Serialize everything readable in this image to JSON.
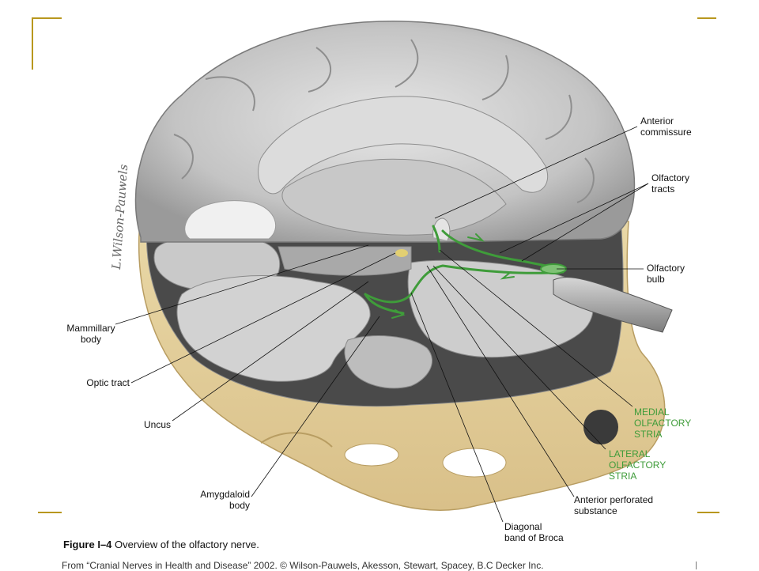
{
  "colors": {
    "accent_gold": "#b8971e",
    "pathway_green": "#3f9c3a",
    "skull_beige": "#e8d6a6",
    "brain_gray": "#b8b8b8",
    "leader_line": "#111111"
  },
  "labels": {
    "anterior_commissure": "Anterior\ncommissure",
    "olfactory_tracts": "Olfactory\ntracts",
    "olfactory_bulb": "Olfactory\nbulb",
    "medial_olfactory_stria": "MEDIAL\nOLFACTORY\nSTRIA",
    "lateral_olfactory_stria": "LATERAL\nOLFACTORY\nSTRIA",
    "anterior_perforated_substance": "Anterior perforated\nsubstance",
    "diagonal_band_of_broca": "Diagonal\nband of Broca",
    "amygdaloid_body": "Amygdaloid\nbody",
    "uncus": "Uncus",
    "optic_tract": "Optic tract",
    "mammillary_body": "Mammillary\nbody"
  },
  "caption": {
    "figure_number": "Figure I–4",
    "text": " Overview of the olfactory nerve."
  },
  "credit": "From “Cranial Nerves in Health and Disease” 2002. © Wilson-Pauwels, Akesson, Stewart, Spacey, B.C Decker Inc.",
  "artist_signature": "L.Wilson-Pauwels"
}
